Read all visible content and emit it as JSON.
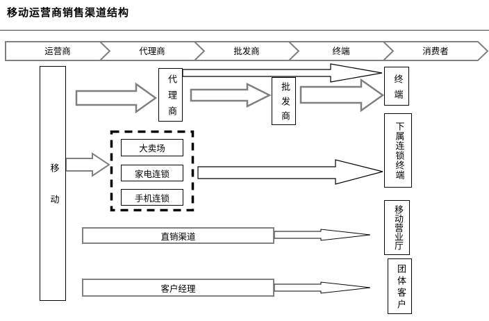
{
  "page": {
    "title": "移动运营商销售渠道结构"
  },
  "colors": {
    "background": "#ffffff",
    "band_border": "#808080",
    "box_border": "#000000",
    "gray_box_border": "#808080",
    "arrow_gray": "#7f7f7f",
    "arrow_black": "#000000",
    "text": "#000000"
  },
  "band": {
    "items": [
      {
        "label": "运营商"
      },
      {
        "label": "代理商"
      },
      {
        "label": "批发商"
      },
      {
        "label": "终端"
      },
      {
        "label": "消费者"
      }
    ]
  },
  "nodes": {
    "mobile": {
      "label": "移动"
    },
    "agent": {
      "label": "代理商"
    },
    "wholesaler": {
      "label": "批发商"
    },
    "hypermarket": {
      "label": "大卖场"
    },
    "appliance_chain": {
      "label": "家电连锁"
    },
    "phone_chain": {
      "label": "手机连锁"
    },
    "direct_channel": {
      "label": "直销渠道"
    },
    "account_manager": {
      "label": "客户经理"
    },
    "terminal": {
      "label": "终端"
    },
    "subordinate_chain_terminal": {
      "label": "下属连锁终端"
    },
    "mobile_business_hall": {
      "label": "移动营业厅"
    },
    "group_customer": {
      "label": "团体客户"
    }
  }
}
